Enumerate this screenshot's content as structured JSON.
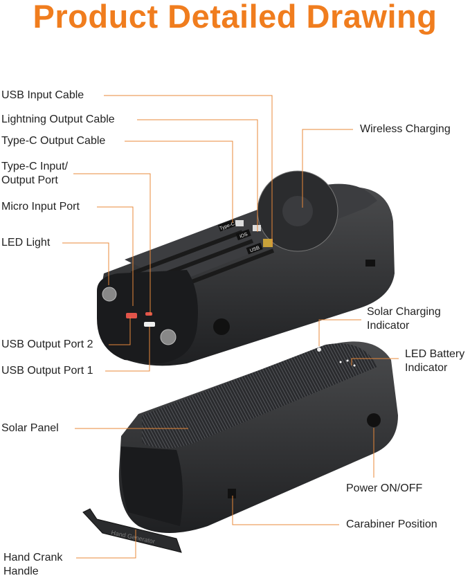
{
  "title": "Product Detailed Drawing",
  "accent_color": "#f07d1e",
  "labels": {
    "usb_input_cable": "USB Input Cable",
    "lightning_output_cable": "Lightning Output Cable",
    "type_c_output_cable": "Type-C Output Cable",
    "type_c_io_port_1": "Type-C Input/",
    "type_c_io_port_2": "Output Port",
    "micro_input_port": "Micro Input Port",
    "led_light": "LED Light",
    "wireless_charging": "Wireless Charging",
    "usb_output_port_2": "USB Output Port 2",
    "usb_output_port_1": "USB Output Port 1",
    "solar_charging_indicator_1": "Solar Charging",
    "solar_charging_indicator_2": "Indicator",
    "led_battery_indicator_1": "LED Battery",
    "led_battery_indicator_2": "Indicator",
    "solar_panel": "Solar Panel",
    "power_on_off": "Power ON/OFF",
    "carabiner_position": "Carabiner Position",
    "hand_crank_handle_1": "Hand Crank",
    "hand_crank_handle_2": "Handle"
  },
  "device_markings": {
    "crank": "Hand Generator",
    "cable_tags": [
      "Type-C",
      "iOS",
      "USB"
    ]
  }
}
